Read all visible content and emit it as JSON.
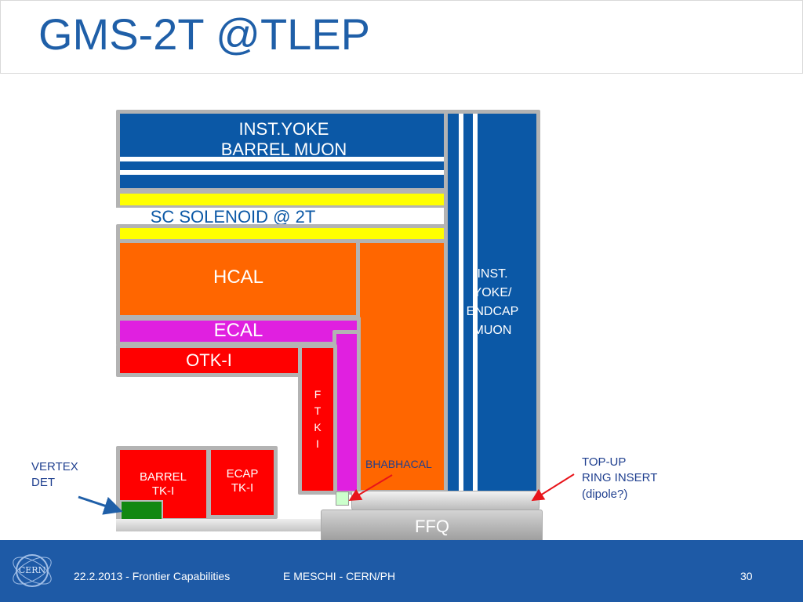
{
  "slide": {
    "title": "GMS-2T @TLEP"
  },
  "diagram": {
    "barrel_yoke": {
      "line1": "INST.YOKE",
      "line2": "BARREL MUON"
    },
    "solenoid": "SC SOLENOID @ 2T",
    "hcal": "HCAL",
    "ecal": "ECAL",
    "otk": "OTK-I",
    "ftk": [
      "F",
      "T",
      "K",
      "I"
    ],
    "endcap_yoke": [
      "INST.",
      "YOKE/",
      "ENDCAP",
      "MUON"
    ],
    "barrel_tk": {
      "line1": "BARREL",
      "line2": "TK-I"
    },
    "ecap_tk": {
      "line1": "ECAP",
      "line2": "TK-I"
    },
    "ffq": "FFQ"
  },
  "annotations": {
    "vertex": {
      "line1": "VERTEX",
      "line2": "DET"
    },
    "bhabhacal": "BHABHACAL",
    "topup": {
      "line1": "TOP-UP",
      "line2": "RING INSERT",
      "line3": "(dipole?)"
    }
  },
  "footer": {
    "date_event": "22.2.2013 - Frontier Capabilities",
    "author": "E MESCHI - CERN/PH",
    "page": "30",
    "logo_text": "CERN"
  },
  "colors": {
    "yoke_blue": "#0b58a6",
    "solenoid_yellow": "#ffff00",
    "hcal_orange": "#ff6600",
    "ecal_magenta": "#e020e0",
    "tracker_red": "#ff0000",
    "vertex_green": "#118811",
    "bhabhacal_green": "#ccffcc",
    "title_blue": "#1f5fa8",
    "footer_blue": "#1e5aa6",
    "arrow_red": "#e8141a",
    "arrow_blue": "#1f5fa8"
  }
}
